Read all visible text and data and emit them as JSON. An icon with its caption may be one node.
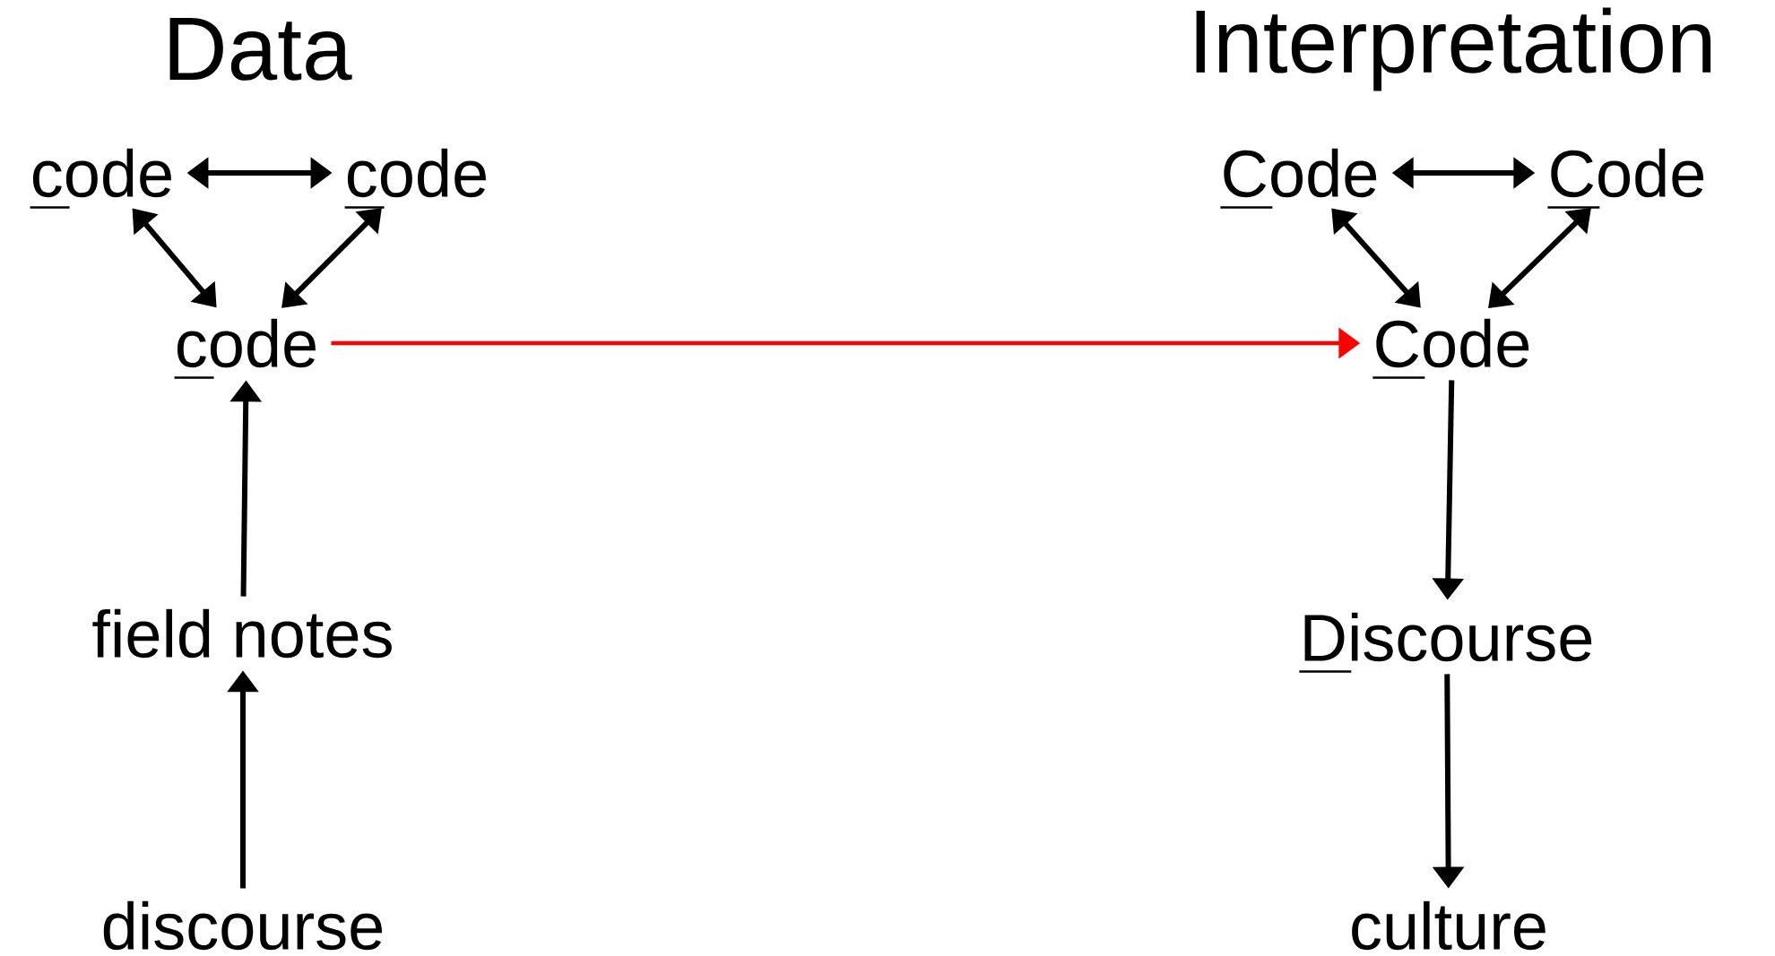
{
  "diagram": {
    "nodes": [
      {
        "text": [
          "code"
        ]
      },
      {
        "text": [
          "code"
        ]
      },
      {
        "text": [
          "code"
        ]
      },
      {
        "text": [
          "field notes"
        ]
      },
      {
        "text": [
          "discourse"
        ]
      },
      {
        "text": [
          "Code"
        ]
      },
      {
        "text": [
          "Code"
        ]
      },
      {
        "text": [
          "Code"
        ]
      },
      {
        "text": [
          "Discourse"
        ]
      },
      {
        "text": [
          "culture"
        ]
      }
    ],
    "edges": [
      {
        "from": 0,
        "to": 1,
        "arrow": "both"
      },
      {
        "from": 0,
        "to": 2,
        "arrow": "both"
      },
      {
        "from": 1,
        "to": 2,
        "arrow": "both"
      },
      {
        "from": 4,
        "to": 3,
        "arrow": "to"
      },
      {
        "from": 3,
        "to": 2,
        "arrow": "to"
      },
      {
        "from": 2,
        "to": 7,
        "arrow": "to",
        "color": "#ff0000"
      },
      {
        "from": 5,
        "to": 6,
        "arrow": "both"
      },
      {
        "from": 5,
        "to": 7,
        "arrow": "both"
      },
      {
        "from": 6,
        "to": 7,
        "arrow": "both"
      },
      {
        "from": 7,
        "to": 8,
        "arrow": "to"
      },
      {
        "from": 8,
        "to": 9,
        "arrow": "to"
      }
    ],
    "labels": [
      "Data",
      "Interpretation"
    ]
  }
}
